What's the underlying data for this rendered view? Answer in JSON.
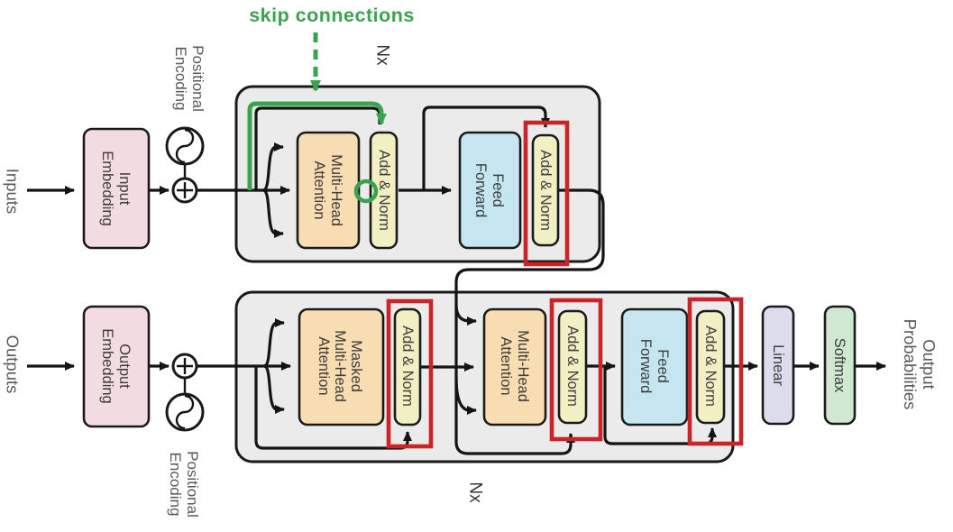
{
  "annotation": {
    "skip_connections": "skip connections"
  },
  "io_labels": {
    "inputs": "Inputs",
    "outputs": "Outputs",
    "output_probabilities": [
      "Output",
      "Probabilities"
    ]
  },
  "positional_encoding": [
    "Positional",
    "Encoding"
  ],
  "repeat_label": "Nx",
  "nodes": {
    "input_embedding": [
      "Input",
      "Embedding"
    ],
    "output_embedding": [
      "Output",
      "Embedding"
    ],
    "multi_head_attention": [
      "Multi-Head",
      "Attention"
    ],
    "masked_multi_head_attention": [
      "Masked",
      "Multi-Head",
      "Attention"
    ],
    "add_norm": "Add & Norm",
    "feed_forward": [
      "Feed",
      "Forward"
    ],
    "linear": "Linear",
    "softmax": "Softmax"
  },
  "colors": {
    "skip-green": "#3aa34d",
    "highlight-red": "#cb2428",
    "embedding-pink": "#f2dce2",
    "attention-orange": "#f8dcb2",
    "addnorm-yellow": "#f2efc3",
    "feedforward-blue": "#c5e6f0",
    "linear-lavender": "#dcdcec",
    "softmax-green": "#cfe8cf",
    "block-gray": "#ebebeb",
    "line-black": "#141414"
  }
}
